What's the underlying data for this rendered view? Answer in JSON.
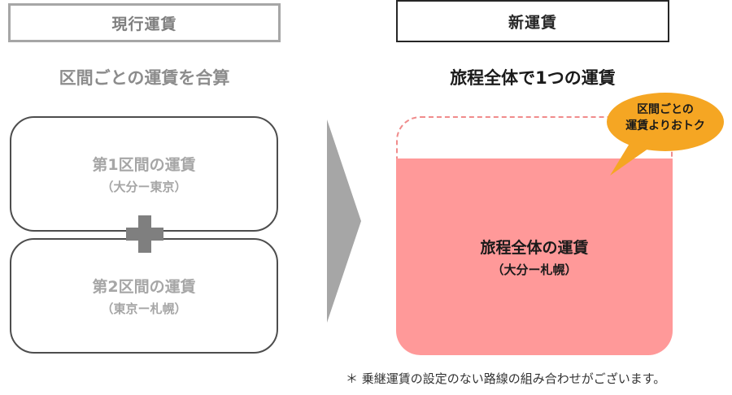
{
  "current": {
    "header": "現行運賃",
    "subtitle": "区間ごとの運賃を合算",
    "segments": [
      {
        "title": "第1区間の運賃",
        "route": "（大分ー東京）"
      },
      {
        "title": "第2区間の運賃",
        "route": "（東京ー札幌）"
      }
    ]
  },
  "new": {
    "header": "新運賃",
    "subtitle": "旅程全体で1つの運賃",
    "fare_title": "旅程全体の運賃",
    "fare_route": "（大分ー札幌）",
    "callout_line1": "区間ごとの",
    "callout_line2": "運賃よりおトク"
  },
  "footnote": "＊ 乗継運賃の設定のない路線の組み合わせがございます。",
  "colors": {
    "gray_text": "#a6a6a6",
    "fare_fill": "#ff9999",
    "dashed_outline": "#f08c8c",
    "callout_fill": "#f5a623",
    "arrow_gray": "#a6a6a6"
  }
}
